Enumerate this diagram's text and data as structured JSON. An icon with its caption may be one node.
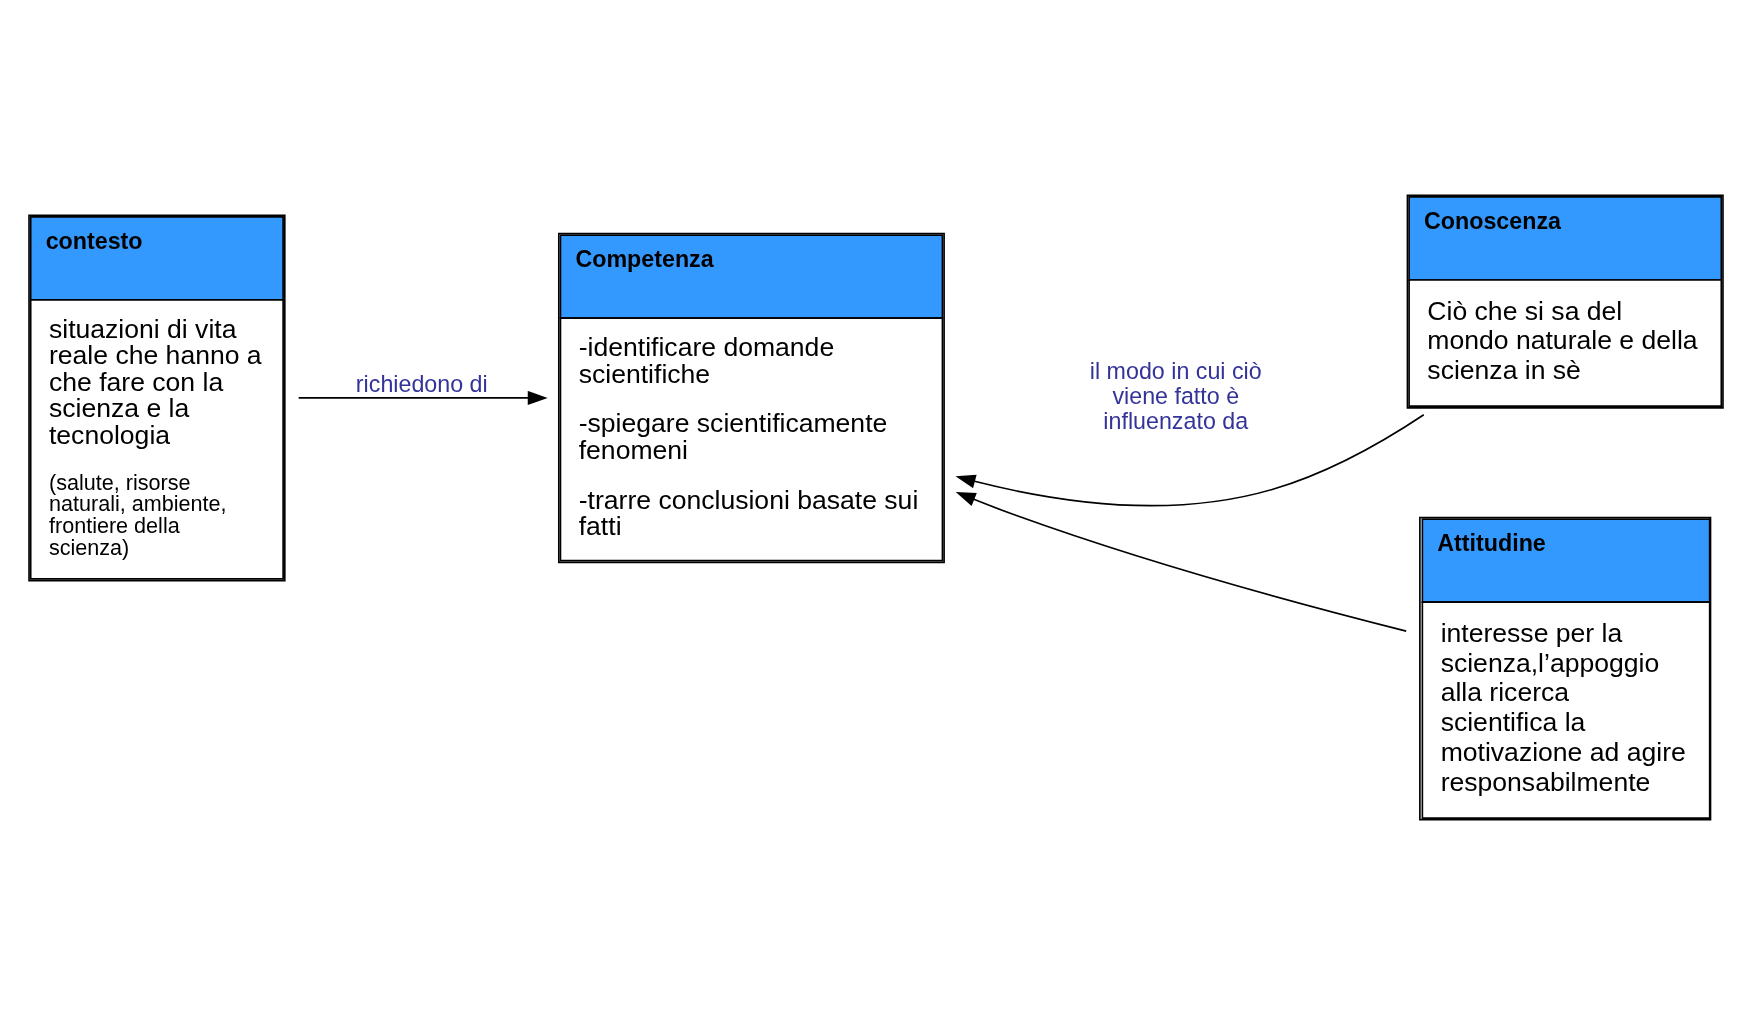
{
  "diagram": {
    "nodes": [
      {
        "text": [
          "contesto",
          "situazioni di vita reale che hanno a che fare con la scienza e la tecnologia",
          "(salute, risorse naturali, ambiente, frontiere della scienza)"
        ]
      },
      {
        "text": [
          "Competenza",
          "-identificare domande scientifiche",
          "-spiegare scientificamente fenomeni",
          "-trarre conclusioni basate sui fatti"
        ]
      },
      {
        "text": [
          "Conoscenza",
          "Ciò che si sa del mondo naturale e della scienza in sè"
        ]
      },
      {
        "text": [
          "Attitudine",
          "interesse per la scienza,l’appoggio alla ricerca scientifica la motivazione ad agire responsabilmente"
        ]
      }
    ],
    "edges": [
      {
        "from": 0,
        "to": 1,
        "arrow": "to",
        "label": "richiedono di"
      },
      {
        "from": 2,
        "to": 1,
        "arrow": "to"
      },
      {
        "from": 3,
        "to": 1,
        "arrow": "to"
      }
    ],
    "labels": [
      "il modo in cui ciò viene fatto è influenzato da"
    ]
  }
}
